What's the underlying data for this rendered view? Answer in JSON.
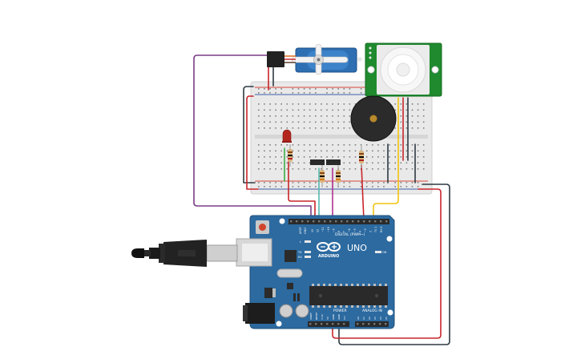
{
  "colors": {
    "background": "#ffffff",
    "board": "#2c6aa0",
    "board_dark": "#1f4f7a",
    "breadboard": "#e9e9e9",
    "breadboard_rail_red": "#d9453b",
    "breadboard_rail_blue": "#3a5fa8",
    "sensor_pcb": "#1f8a2e",
    "servo_blue": "#2e6fb3",
    "wire_purple": "#7a3b85",
    "wire_red": "#c8252b",
    "wire_dark": "#2e3a42",
    "wire_yellow": "#f2c40f",
    "wire_teal": "#59b7b0",
    "wire_magenta": "#b0328f",
    "wire_green": "#3fae49",
    "buzzer": "#2b2b2b",
    "led": "#b3261e",
    "usb_plug": "#222222"
  },
  "arduino": {
    "logo": "ARDUINO",
    "model": "UNO",
    "digital_label": "DIGITAL (PWM~)",
    "power_label": "POWER",
    "analog_label": "ANALOG IN",
    "tx_label": "TX",
    "rx_label": "RX",
    "l_label": "L",
    "on_label": "ON",
    "aref_label": "AREF",
    "gnd_label": "GND",
    "top_pins": [
      "13",
      "12",
      "~11",
      "~10",
      "~9",
      "8",
      "7",
      "~6",
      "~5",
      "4",
      "~3",
      "2",
      "TX 1",
      "RX 0"
    ],
    "power_pins": [
      "IOREF",
      "RESET",
      "3.3V",
      "5V",
      "GND",
      "GND",
      "Vin"
    ],
    "analog_pins": [
      "A0",
      "A1",
      "A2",
      "A3",
      "A4",
      "A5"
    ]
  },
  "icons": {
    "servo": "servo-motor-icon",
    "pir": "pir-sensor-icon",
    "buzzer": "piezo-buzzer-icon",
    "led": "red-led-icon",
    "usb": "usb-cable-icon"
  }
}
